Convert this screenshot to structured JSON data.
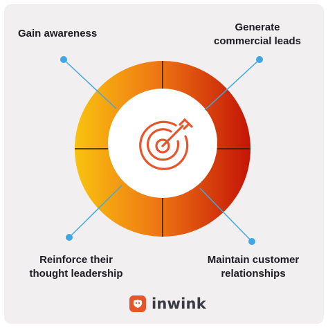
{
  "goals": {
    "top_left": "Gain awareness",
    "top_right": [
      "Generate",
      "commercial leads"
    ],
    "bottom_left": [
      "Reinforce their",
      "thought leadership"
    ],
    "bottom_right": [
      "Maintain customer",
      "relationships"
    ]
  },
  "center_icon": "target-with-arrow-icon",
  "brand": {
    "name": "inwink",
    "logo_icon": "inwink-logo-icon"
  },
  "colors": {
    "background": "#f1efef",
    "ring_left": "#f9c20f",
    "ring_mid": "#ef7a14",
    "ring_right": "#c41406",
    "accent_orange": "#e8552d",
    "connector_blue": "#3fa7e6",
    "text": "#1c1c22"
  }
}
